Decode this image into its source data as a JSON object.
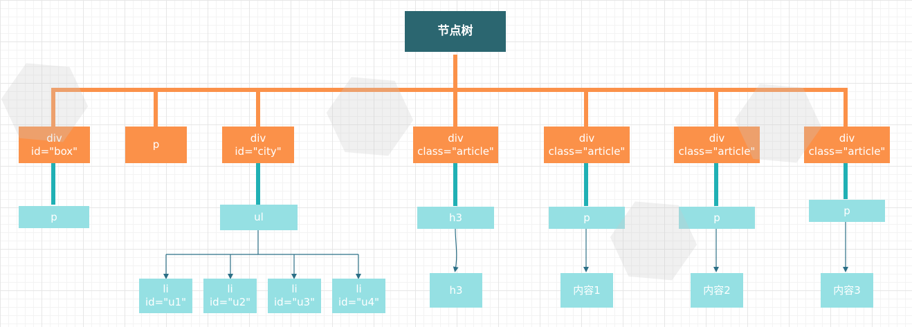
{
  "root": "节点树",
  "level1": [
    {
      "line1": "div",
      "line2": "id=\"box\""
    },
    {
      "line1": "p",
      "line2": ""
    },
    {
      "line1": "div",
      "line2": "id=\"city\""
    },
    {
      "line1": "div",
      "line2": "class=\"article\""
    },
    {
      "line1": "div",
      "line2": "class=\"article\""
    },
    {
      "line1": "div",
      "line2": "class=\"article\""
    },
    {
      "line1": "div",
      "line2": "class=\"article\""
    }
  ],
  "level2": [
    "p",
    "ul",
    "h3",
    "p",
    "p",
    "p"
  ],
  "li_items": [
    {
      "line1": "li",
      "line2": "id=\"u1\""
    },
    {
      "line1": "li",
      "line2": "id=\"u2\""
    },
    {
      "line1": "li",
      "line2": "id=\"u3\""
    },
    {
      "line1": "li",
      "line2": "id=\"u4\""
    }
  ],
  "level3": [
    "h3",
    "内容1",
    "内容2",
    "内容3"
  ],
  "colors": {
    "root": "#2b6670",
    "element": "#fb9149",
    "child": "#95e0e3",
    "connector_orange": "#fb9149",
    "connector_teal": "#20b0b4",
    "arrow": "#2b6f86"
  }
}
